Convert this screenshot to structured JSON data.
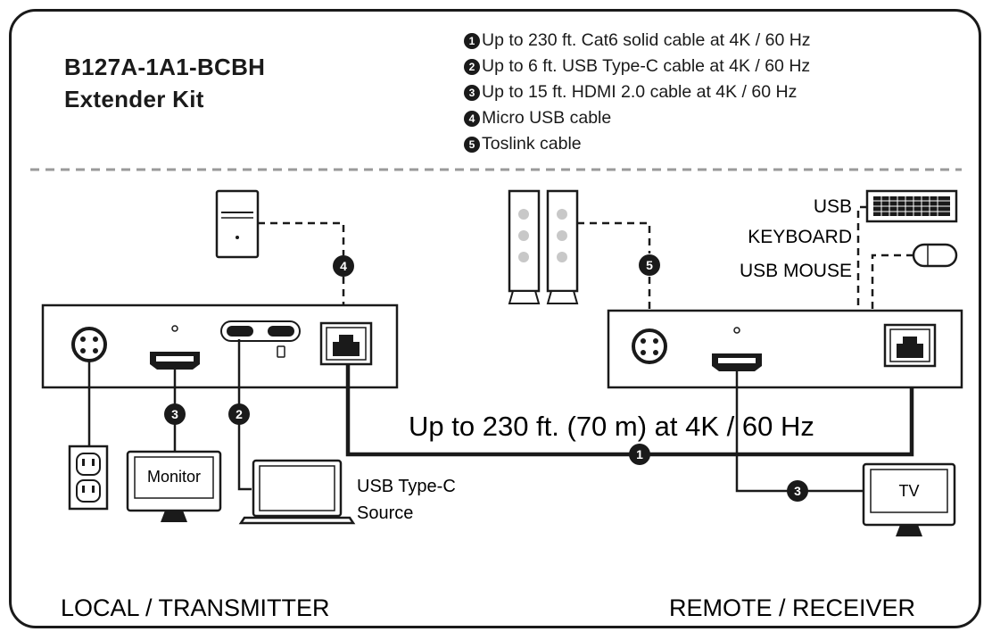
{
  "header": {
    "model": "B127A-1A1-BCBH",
    "subtitle": "Extender Kit"
  },
  "legend": [
    {
      "num": "1",
      "text": "Up to 230 ft. Cat6 solid cable at 4K / 60 Hz"
    },
    {
      "num": "2",
      "text": "Up to 6 ft. USB Type-C cable at 4K / 60 Hz"
    },
    {
      "num": "3",
      "text": "Up to 15 ft. HDMI 2.0 cable at 4K / 60 Hz"
    },
    {
      "num": "4",
      "text": "Micro USB cable"
    },
    {
      "num": "5",
      "text": "Toslink cable"
    }
  ],
  "labels": {
    "monitor": "Monitor",
    "usb_source_line1": "USB Type-C",
    "usb_source_line2": "Source",
    "distance": "Up to 230 ft. (70 m) at 4K / 60 Hz",
    "tv": "TV",
    "usb_keyboard_line1": "USB",
    "usb_keyboard_line2": "KEYBOARD",
    "usb_mouse": "USB MOUSE",
    "local": "LOCAL / TRANSMITTER",
    "remote": "REMOTE / RECEIVER"
  },
  "markers": {
    "m1": "1",
    "m2": "2",
    "m3a": "3",
    "m3b": "3",
    "m4": "4",
    "m5": "5"
  },
  "colors": {
    "line": "#1a1a1a",
    "panel": "#ffffff",
    "dashed": "#9a9a9a"
  }
}
